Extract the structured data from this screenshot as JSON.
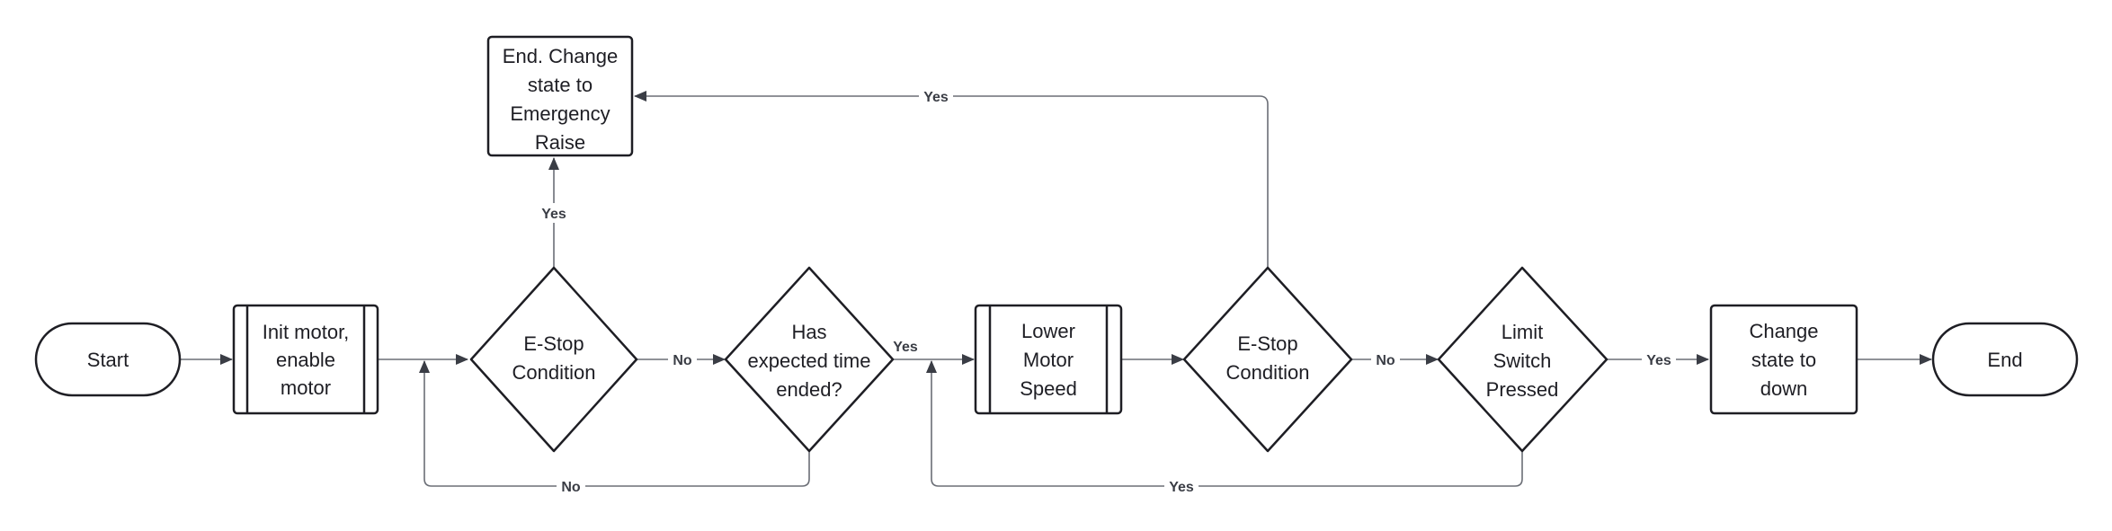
{
  "nodes": {
    "start": [
      "Start"
    ],
    "init": [
      "Init motor,",
      "enable",
      "motor"
    ],
    "estop1": [
      "E-Stop",
      "Condition"
    ],
    "emergency": [
      "End. Change",
      "state to",
      "Emergency",
      "Raise"
    ],
    "time": [
      "Has",
      "expected  time",
      "ended?"
    ],
    "lower": [
      "Lower",
      "Motor",
      "Speed"
    ],
    "estop2": [
      "E-Stop",
      "Condition"
    ],
    "limit": [
      "Limit",
      "Switch",
      "Pressed"
    ],
    "change": [
      "Change",
      "state to",
      "down"
    ],
    "end": [
      "End"
    ]
  },
  "edges": {
    "estop1_yes": "Yes",
    "estop1_no": "No",
    "time_yes": "Yes",
    "time_no": "No",
    "estop2_yes": "Yes",
    "estop2_no": "No",
    "limit_yes": "Yes",
    "limit_no": "Yes"
  }
}
